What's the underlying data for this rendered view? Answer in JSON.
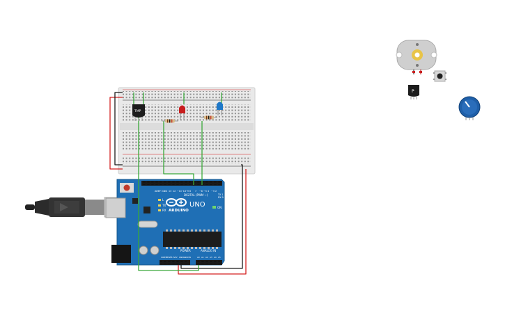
{
  "arduino": {
    "logo_text": "ARDUINO",
    "model": "UNO",
    "digital_label": "DIGITAL (PWM ~)",
    "power_label": "POWER",
    "analog_label": "ANALOG IN",
    "aref_label": "AREF",
    "gnd_label": "GND",
    "on_label": "ON",
    "tx_label": "TX",
    "rx_label": "RX",
    "l_label": "L",
    "ioref_label": "IOREF",
    "reset_label": "RESET",
    "v33_label": "3.3V",
    "v5_label": "5V",
    "vin_label": "VIN",
    "a0_label": "A0",
    "a1_label": "A1",
    "a2_label": "A2",
    "a3_label": "A3",
    "a4_label": "A4",
    "a5_label": "A5",
    "digital_pins": [
      "13",
      "12",
      "~11",
      "~10",
      "~9",
      "8",
      "7",
      "~6",
      "~5",
      "4",
      "~3",
      "2",
      "TX 1",
      "RX 0"
    ]
  },
  "components": {
    "temp_sensor_label": "TMP",
    "transistor_label": "P"
  },
  "colors": {
    "wire_red": "#d42020",
    "wire_black": "#1a1a1a",
    "wire_green": "#3aa93a",
    "board_blue": "#1f6fb5",
    "breadboard": "#e9e9e9",
    "led_red": "#c81e1e",
    "led_blue": "#1f78c8",
    "potentiometer": "#1f5fa8"
  }
}
